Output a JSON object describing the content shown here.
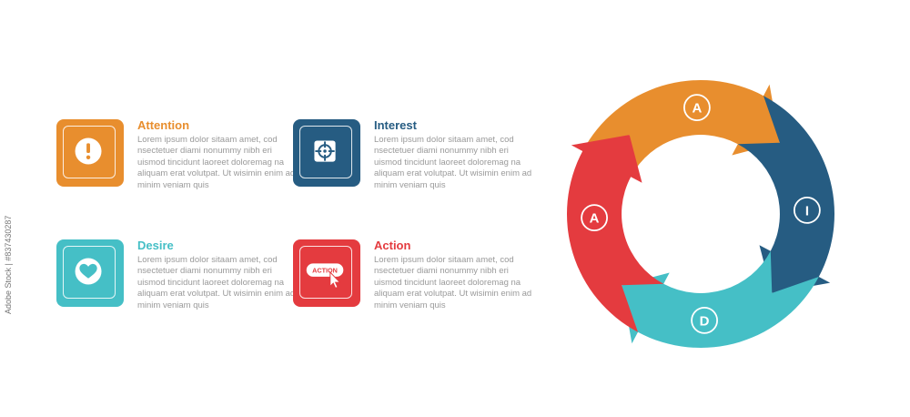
{
  "steps": [
    {
      "title": "Attention",
      "color": "#E88E2E",
      "icon": "exclamation-icon",
      "text": "Lorem ipsum dolor sitaam amet, cod nsectetuer diami nonummy  nibh eri uismod tincidunt laoreet doloremag na aliquam erat volutpat. Ut wisimin enim ad minim veniam quis"
    },
    {
      "title": "Interest",
      "color": "#265C82",
      "icon": "target-icon",
      "text": "Lorem ipsum dolor sitaam amet, cod nsectetuer diami nonummy  nibh eri uismod tincidunt laoreet doloremag na aliquam erat volutpat. Ut wisimin enim ad minim veniam quis"
    },
    {
      "title": "Desire",
      "color": "#45BFC6",
      "icon": "heart-icon",
      "text": "Lorem ipsum dolor sitaam amet, cod nsectetuer diami nonummy  nibh eri uismod tincidunt laoreet doloremag na aliquam erat volutpat. Ut wisimin enim ad minim veniam quis"
    },
    {
      "title": "Action",
      "color": "#E43B3F",
      "icon": "action-button-icon",
      "icon_text": "ACTION",
      "text": "Lorem ipsum dolor sitaam amet, cod nsectetuer diami nonummy  nibh eri uismod tincidunt laoreet doloremag na aliquam erat volutpat. Ut wisimin enim ad minim veniam quis"
    }
  ],
  "cycle": {
    "segments": [
      {
        "letter": "A",
        "color": "#E88E2E"
      },
      {
        "letter": "I",
        "color": "#265C82"
      },
      {
        "letter": "D",
        "color": "#45BFC6"
      },
      {
        "letter": "A",
        "color": "#E43B3F"
      }
    ]
  },
  "watermark": "Adobe Stock | #837430287"
}
